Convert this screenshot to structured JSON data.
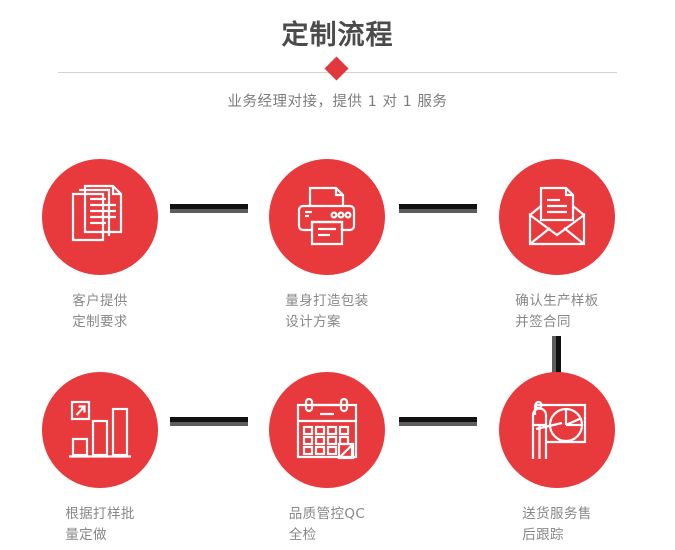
{
  "header": {
    "title": "定制流程",
    "subtitle": "业务经理对接，提供 1 对 1 服务",
    "divider_icon": "diamond-icon",
    "accent_color": "#e0383c",
    "title_color": "#4b4b4b",
    "subtitle_color": "#7d7d7d",
    "rule_color": "#d2d2d2"
  },
  "steps": [
    {
      "index": "1",
      "icon": "documents-stack-icon",
      "label": "客户提供\n定制要求",
      "circle_color": "#e8393d"
    },
    {
      "index": "2",
      "icon": "printer-icon",
      "label": "量身打造包装\n设计方案",
      "circle_color": "#e8393d"
    },
    {
      "index": "3",
      "icon": "open-envelope-letter-icon",
      "label": "确认生产样板\n并签合同",
      "circle_color": "#e8393d"
    },
    {
      "index": "4",
      "icon": "bar-chart-growth-icon",
      "label": "根据打样批\n量定做",
      "circle_color": "#e8393d"
    },
    {
      "index": "5",
      "icon": "calendar-icon",
      "label": "品质管控QC\n全检",
      "circle_color": "#e8393d"
    },
    {
      "index": "6",
      "icon": "presenter-pie-chart-icon",
      "label": "送货服务售\n后跟踪",
      "circle_color": "#e8393d"
    }
  ],
  "connectors": {
    "bar_color": "#111111",
    "shadow_color": "#5d5d5d"
  }
}
